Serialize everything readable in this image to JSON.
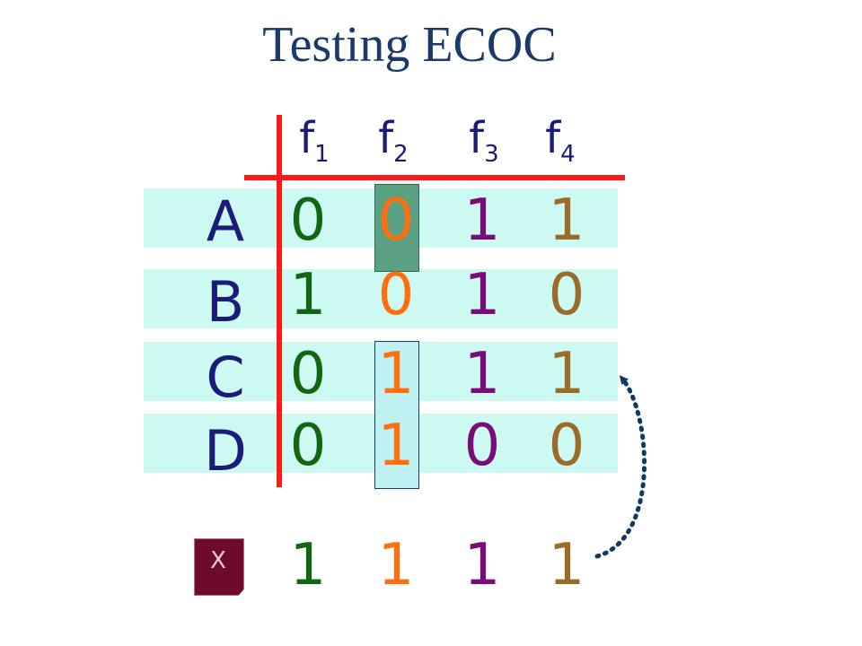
{
  "title": "Testing ECOC",
  "features": [
    {
      "base": "f",
      "sub": "1"
    },
    {
      "base": "f",
      "sub": "2"
    },
    {
      "base": "f",
      "sub": "3"
    },
    {
      "base": "f",
      "sub": "4"
    }
  ],
  "rows": [
    {
      "label": "A",
      "bits": [
        "0",
        "0",
        "1",
        "1"
      ]
    },
    {
      "label": "B",
      "bits": [
        "1",
        "0",
        "1",
        "0"
      ]
    },
    {
      "label": "C",
      "bits": [
        "0",
        "1",
        "1",
        "1"
      ]
    },
    {
      "label": "D",
      "bits": [
        "0",
        "1",
        "0",
        "0"
      ]
    }
  ],
  "test_instance": {
    "label": "X",
    "bits": [
      "1",
      "1",
      "1",
      "1"
    ]
  },
  "column_colors": [
    "#116611",
    "#ff6f0f",
    "#7a0c7a",
    "#9b6b2a"
  ],
  "colors": {
    "title": "#1b3a6b",
    "row_label": "#1b1b7a",
    "row_band": "#ccfaf2",
    "grid_line": "#ff1a1a",
    "highlight_dark": "#5aa083",
    "highlight_light": "#bff0f2",
    "arrow": "#0f3a66"
  }
}
